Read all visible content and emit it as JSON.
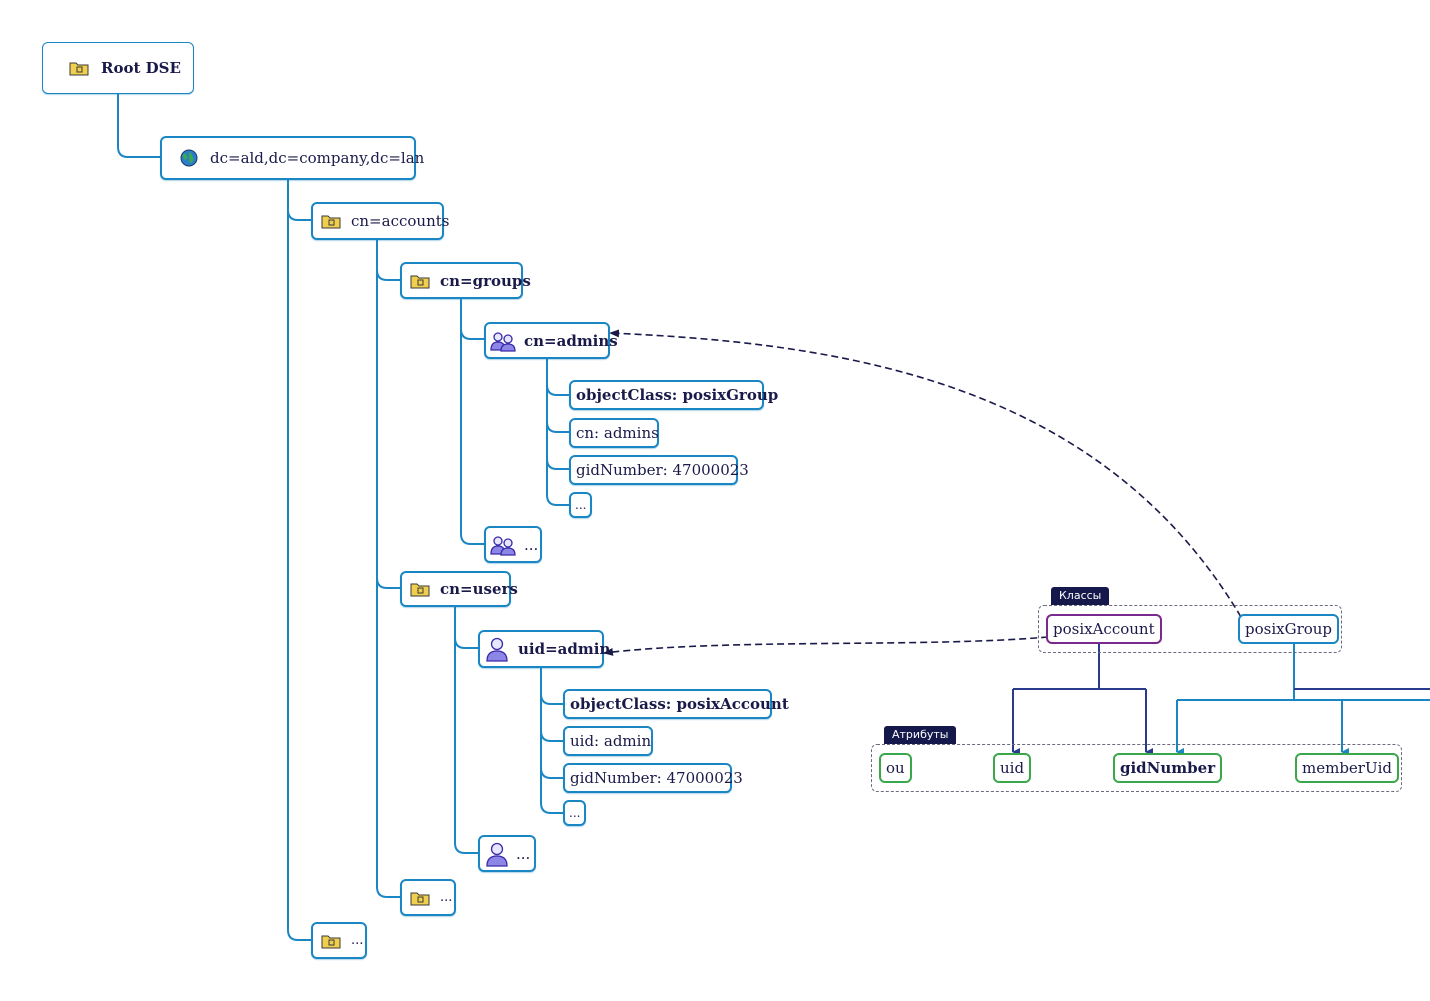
{
  "tree": {
    "root": "Root DSE",
    "domain": "dc=ald,dc=company,dc=lan",
    "accounts": "cn=accounts",
    "groups": "cn=groups",
    "admins_group": "cn=admins",
    "group_attrs": [
      "objectClass: posixGroup",
      "cn: admins",
      "gidNumber: 47000023",
      "..."
    ],
    "groups_more": "...",
    "users": "cn=users",
    "admin_user": "uid=admin",
    "user_attrs": [
      "objectClass: posixAccount",
      "uid: admin",
      "gidNumber: 47000023",
      "..."
    ],
    "users_more": "...",
    "accounts_more": "...",
    "domain_more": "..."
  },
  "schema": {
    "classes_label": "Классы",
    "classes": [
      "posixAccount",
      "posixGroup"
    ],
    "attributes_label": "Атрибуты",
    "attributes": [
      "ou",
      "uid",
      "gidNumber",
      "memberUid"
    ]
  },
  "colors": {
    "tree_line": "#1a86c4",
    "node_border": "#1a86c4",
    "class_account": "#7a2a8c",
    "attribute_border": "#3aa84a",
    "relation_dashed": "#1a1a4a",
    "account_link": "#2a3a8c",
    "label_background": "#15184a"
  },
  "icons": {
    "container": "folder-icon",
    "domain": "globe-icon",
    "group": "group-icon",
    "user": "user-icon"
  }
}
